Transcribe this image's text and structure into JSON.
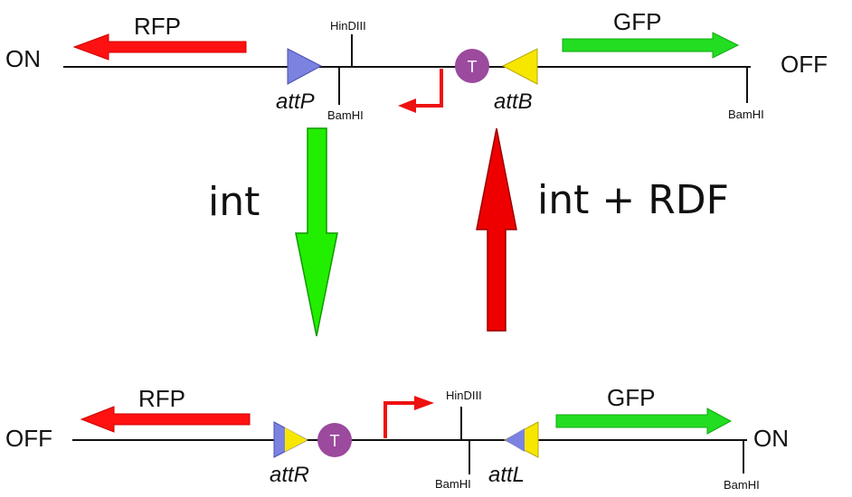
{
  "top": {
    "left_state": "ON",
    "right_state": "OFF",
    "rfp_label": "RFP",
    "gfp_label": "GFP",
    "site_left": "attP",
    "site_right": "attB",
    "hindiii": "HinDIII",
    "bamhi_1": "BamHI",
    "bamhi_2": "BamHI",
    "terminator": "T"
  },
  "bottom": {
    "left_state": "OFF",
    "right_state": "ON",
    "rfp_label": "RFP",
    "gfp_label": "GFP",
    "site_left": "attR",
    "site_right": "attL",
    "hindiii": "HinDIII",
    "bamhi_1": "BamHI",
    "bamhi_2": "BamHI",
    "terminator": "T"
  },
  "reactions": {
    "forward": "int",
    "reverse": "int + RDF"
  },
  "colors": {
    "rfp_arrow": "#ff1111",
    "gfp_arrow": "#22dd22",
    "forward_arrow": "#22ee00",
    "reverse_arrow": "#ee0000",
    "promoter": "#ee1111",
    "terminator": "#9b4a9e",
    "att_blue": "#7b82e0",
    "att_yellow": "#f7e600"
  }
}
